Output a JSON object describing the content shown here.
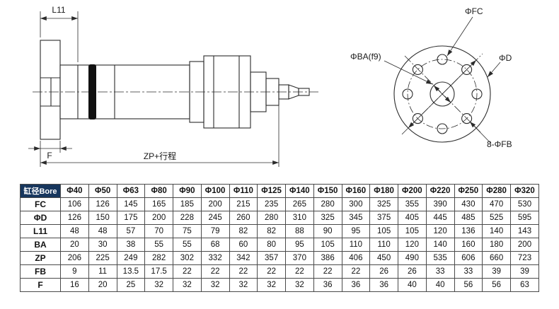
{
  "drawing": {
    "side_view": {
      "dim_l11": "L11",
      "dim_f": "F",
      "dim_zp": "ZP+行程"
    },
    "front_view": {
      "label_fc": "ΦFC",
      "label_ba": "ΦBA(f9)",
      "label_d": "ΦD",
      "label_fb": "8-ΦFB"
    }
  },
  "table": {
    "header_bg": "#17365d",
    "header_fg": "#ffffff",
    "header": [
      "缸径Bore",
      "Φ40",
      "Φ50",
      "Φ63",
      "Φ80",
      "Φ90",
      "Φ100",
      "Φ110",
      "Φ125",
      "Φ140",
      "Φ150",
      "Φ160",
      "Φ180",
      "Φ200",
      "Φ220",
      "Φ250",
      "Φ280",
      "Φ320"
    ],
    "rows": [
      {
        "label": "FC",
        "values": [
          "106",
          "126",
          "145",
          "165",
          "185",
          "200",
          "215",
          "235",
          "265",
          "280",
          "300",
          "325",
          "355",
          "390",
          "430",
          "470",
          "530"
        ]
      },
      {
        "label": "ΦD",
        "values": [
          "126",
          "150",
          "175",
          "200",
          "228",
          "245",
          "260",
          "280",
          "310",
          "325",
          "345",
          "375",
          "405",
          "445",
          "485",
          "525",
          "595"
        ]
      },
      {
        "label": "L11",
        "values": [
          "48",
          "48",
          "57",
          "70",
          "75",
          "79",
          "82",
          "82",
          "88",
          "90",
          "95",
          "105",
          "105",
          "120",
          "136",
          "140",
          "143"
        ]
      },
      {
        "label": "BA",
        "values": [
          "20",
          "30",
          "38",
          "55",
          "55",
          "68",
          "60",
          "80",
          "95",
          "105",
          "110",
          "110",
          "120",
          "140",
          "160",
          "180",
          "200"
        ]
      },
      {
        "label": "ZP",
        "values": [
          "206",
          "225",
          "249",
          "282",
          "302",
          "332",
          "342",
          "357",
          "370",
          "386",
          "406",
          "450",
          "490",
          "535",
          "606",
          "660",
          "723"
        ]
      },
      {
        "label": "FB",
        "values": [
          "9",
          "11",
          "13.5",
          "17.5",
          "22",
          "22",
          "22",
          "22",
          "22",
          "22",
          "22",
          "26",
          "26",
          "33",
          "33",
          "39",
          "39"
        ]
      },
      {
        "label": "F",
        "values": [
          "16",
          "20",
          "25",
          "32",
          "32",
          "32",
          "32",
          "32",
          "32",
          "36",
          "36",
          "36",
          "40",
          "40",
          "56",
          "56",
          "63"
        ]
      }
    ]
  }
}
